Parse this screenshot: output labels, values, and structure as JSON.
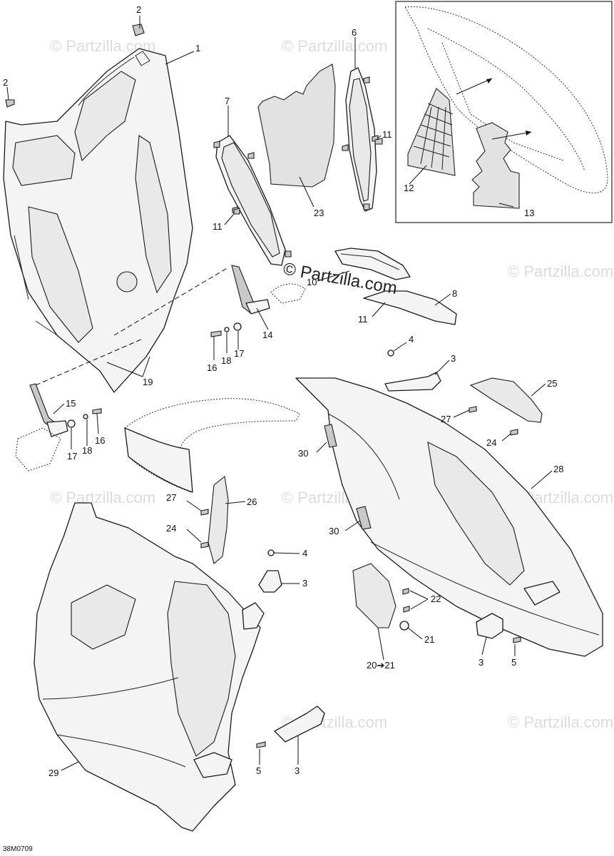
{
  "watermark": {
    "text": "© Partzilla.com",
    "center_text": "© Partzilla.com"
  },
  "diagram_code": "38M0709",
  "callouts": [
    {
      "id": "c2a",
      "label": "2"
    },
    {
      "id": "c2b",
      "label": "2"
    },
    {
      "id": "c1",
      "label": "1"
    },
    {
      "id": "c6",
      "label": "6"
    },
    {
      "id": "c7",
      "label": "7"
    },
    {
      "id": "c11a",
      "label": "11"
    },
    {
      "id": "c11b",
      "label": "11"
    },
    {
      "id": "c11c",
      "label": "11"
    },
    {
      "id": "c23",
      "label": "23"
    },
    {
      "id": "c12",
      "label": "12"
    },
    {
      "id": "c13",
      "label": "13"
    },
    {
      "id": "c10",
      "label": "10"
    },
    {
      "id": "c8",
      "label": "8"
    },
    {
      "id": "c14",
      "label": "14"
    },
    {
      "id": "c16a",
      "label": "16"
    },
    {
      "id": "c18a",
      "label": "18"
    },
    {
      "id": "c17a",
      "label": "17"
    },
    {
      "id": "c19",
      "label": "19"
    },
    {
      "id": "c15",
      "label": "15"
    },
    {
      "id": "c17b",
      "label": "17"
    },
    {
      "id": "c18b",
      "label": "18"
    },
    {
      "id": "c16b",
      "label": "16"
    },
    {
      "id": "c4a",
      "label": "4"
    },
    {
      "id": "c3a",
      "label": "3"
    },
    {
      "id": "c25",
      "label": "25"
    },
    {
      "id": "c27a",
      "label": "27"
    },
    {
      "id": "c24a",
      "label": "24"
    },
    {
      "id": "c30a",
      "label": "30"
    },
    {
      "id": "c28",
      "label": "28"
    },
    {
      "id": "c27b",
      "label": "27"
    },
    {
      "id": "c26",
      "label": "26"
    },
    {
      "id": "c24b",
      "label": "24"
    },
    {
      "id": "c30b",
      "label": "30"
    },
    {
      "id": "c4b",
      "label": "4"
    },
    {
      "id": "c3b",
      "label": "3"
    },
    {
      "id": "c22",
      "label": "22"
    },
    {
      "id": "c21",
      "label": "21"
    },
    {
      "id": "c20",
      "label": "20➔21"
    },
    {
      "id": "c3c",
      "label": "3"
    },
    {
      "id": "c5a",
      "label": "5"
    },
    {
      "id": "c29",
      "label": "29"
    },
    {
      "id": "c5b",
      "label": "5"
    },
    {
      "id": "c3d",
      "label": "3"
    }
  ]
}
